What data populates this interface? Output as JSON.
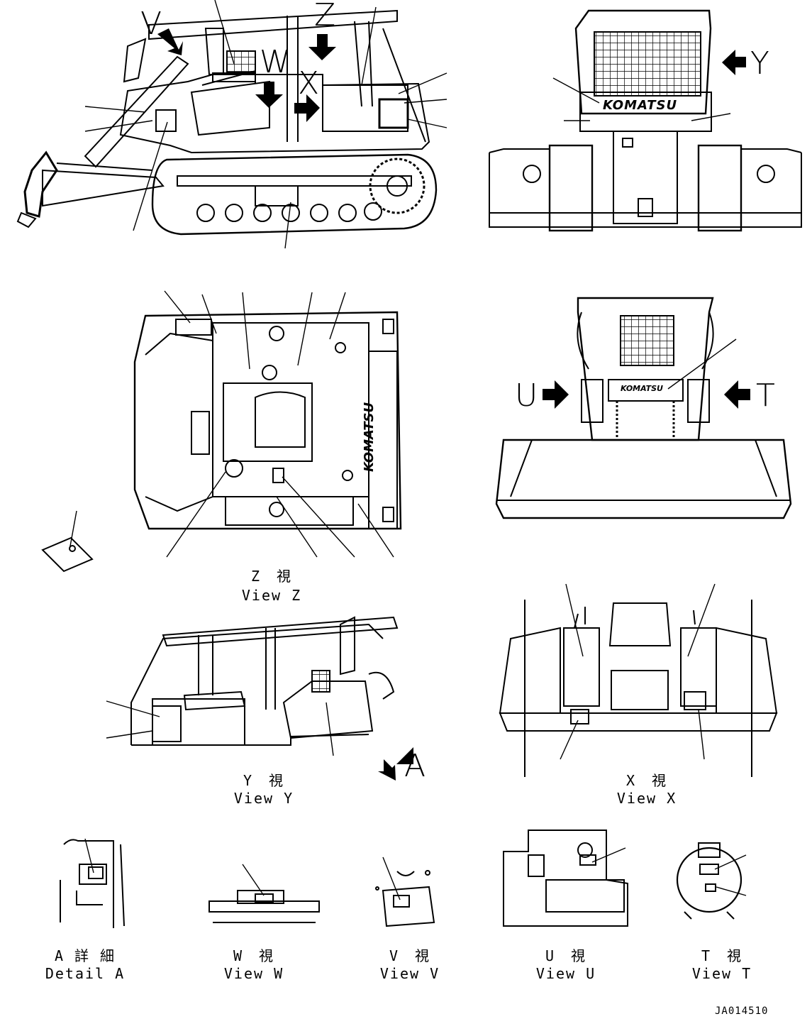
{
  "arrow_letters": {
    "v": "V",
    "z": "Z",
    "w": "W",
    "x": "X",
    "y": "Y",
    "u": "U",
    "t": "T",
    "a": "A"
  },
  "captions": {
    "view_z": {
      "jp": "Z　視",
      "en": "View Z"
    },
    "view_y": {
      "jp": "Y　視",
      "en": "View Y"
    },
    "view_x": {
      "jp": "X　視",
      "en": "View X"
    },
    "detail_a": {
      "jp": "A 詳 細",
      "en": "Detail A"
    },
    "view_w": {
      "jp": "W　視",
      "en": "View W"
    },
    "view_v": {
      "jp": "V　視",
      "en": "View V"
    },
    "view_u": {
      "jp": "U　視",
      "en": "View U"
    },
    "view_t": {
      "jp": "T　視",
      "en": "View T"
    }
  },
  "brand_marks": {
    "rear": "KOMATSU",
    "front": "KOMATSU",
    "hood": "KOMATSU"
  },
  "drawing_number": "JA014510"
}
